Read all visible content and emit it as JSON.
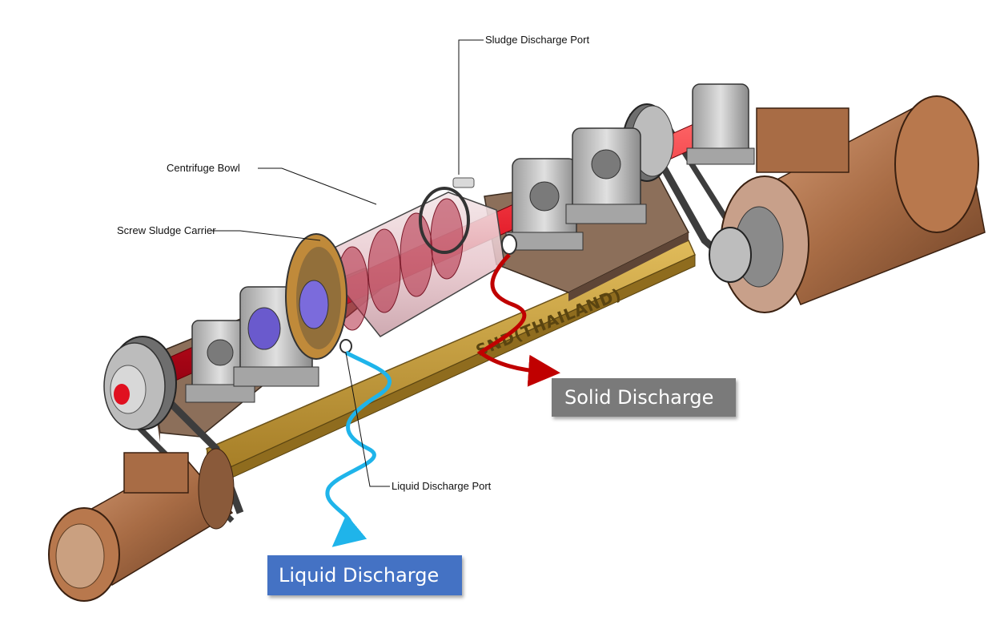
{
  "callouts": {
    "sludge_port": "Sludge Discharge Port",
    "centrifuge_bowl": "Centrifuge Bowl",
    "screw_carrier": "Screw Sludge Carrier",
    "liquid_port": "Liquid Discharge Port"
  },
  "labels": {
    "solid_discharge": "Solid Discharge",
    "liquid_discharge": "Liquid Discharge"
  },
  "brand_marking": "SND(THAILAND)",
  "colors": {
    "solid_arrow": "#c00000",
    "liquid_arrow": "#1fb4ea",
    "solid_box": "#7a7a7a",
    "liquid_box": "#4472c4",
    "base_frame": "#c49a3c",
    "plates": "#8c6f5a",
    "shaft": "#e01020",
    "motor": "#a86c45"
  }
}
